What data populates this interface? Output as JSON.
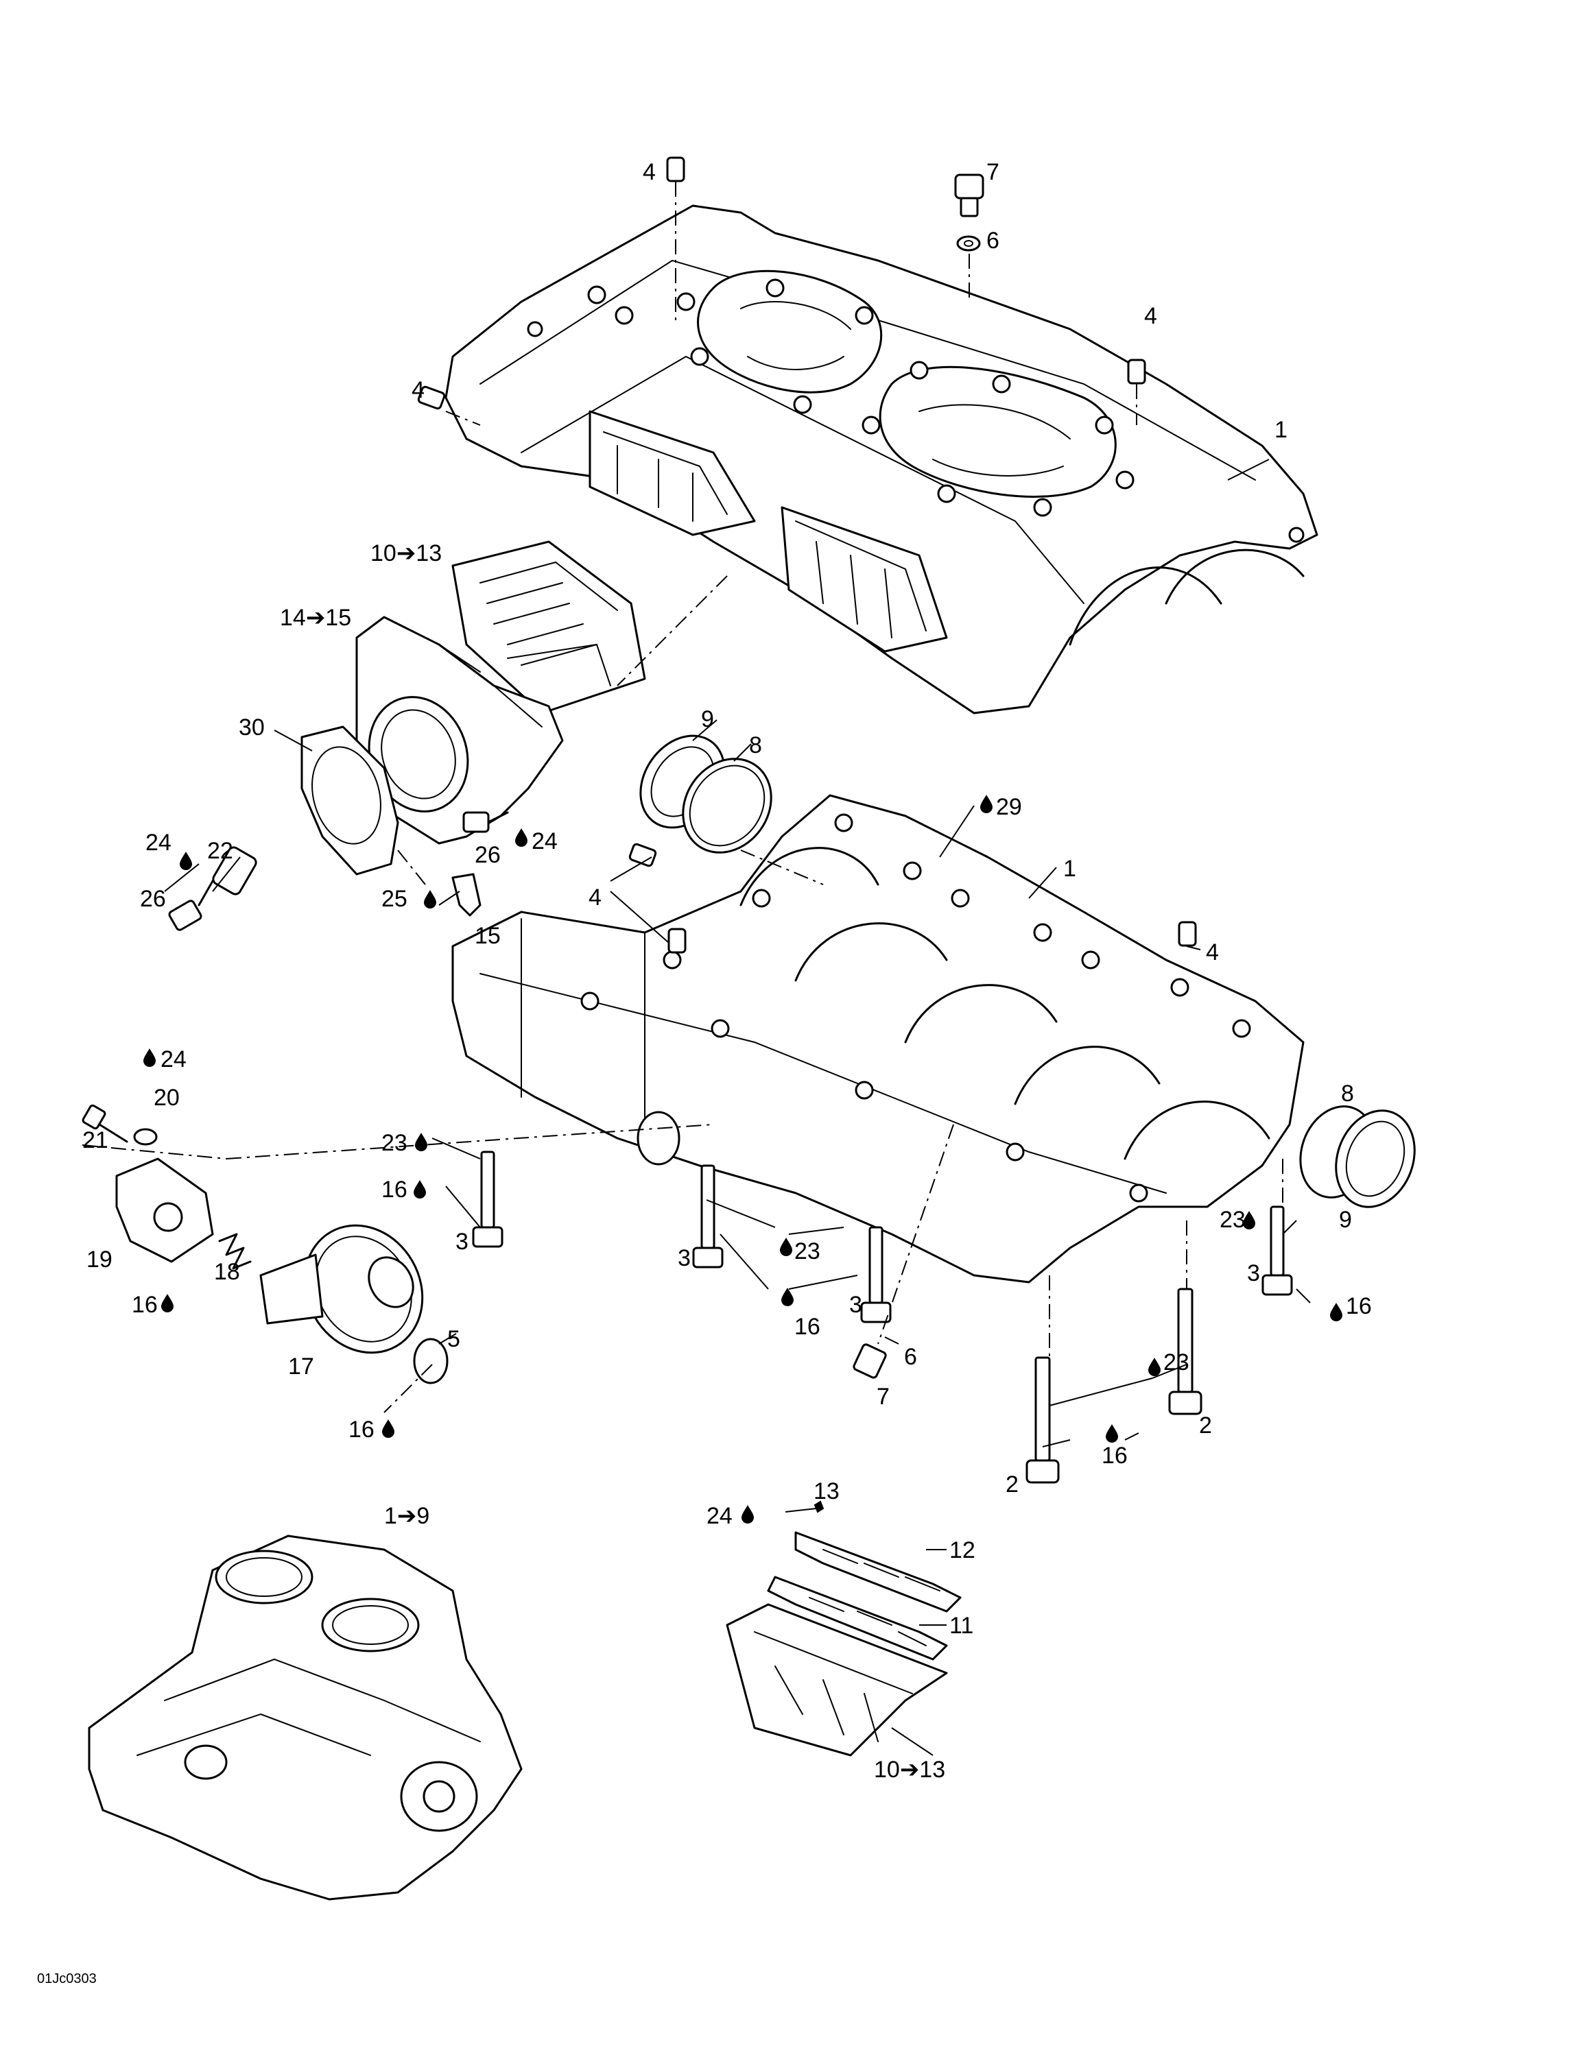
{
  "diagram": {
    "code": "01Jc0303",
    "labels": {
      "c1_top": "1",
      "c1_bot": "1",
      "c1to9": "1➔9",
      "s2a": "2",
      "s2b": "2",
      "s3a": "3",
      "s3b": "3",
      "s3c": "3",
      "s3d": "3",
      "p4a": "4",
      "p4b": "4",
      "p4c": "4",
      "p4d": "4",
      "p4e": "4",
      "p5": "5",
      "p6a": "6",
      "p6b": "6",
      "p7a": "7",
      "p7b": "7",
      "s8a": "8",
      "s8b": "8",
      "s9a": "9",
      "s9b": "9",
      "r10to13a": "10➔13",
      "r10to13b": "10➔13",
      "p11": "11",
      "p12": "12",
      "p13": "13",
      "m14to15": "14➔15",
      "p15": "15",
      "l16a": "16",
      "l16b": "16",
      "l16c": "16",
      "l16d": "16",
      "l16e": "16",
      "l16f": "16",
      "p17": "17",
      "p18": "18",
      "p19": "19",
      "p20": "20",
      "p21": "21",
      "p22": "22",
      "l23a": "23",
      "l23b": "23",
      "l23c": "23",
      "l23d": "23",
      "l24a": "24",
      "l24b": "24",
      "l24c": "24",
      "l24d": "24",
      "l25": "25",
      "p26a": "26",
      "p26b": "26",
      "l29": "29",
      "p30": "30"
    }
  }
}
